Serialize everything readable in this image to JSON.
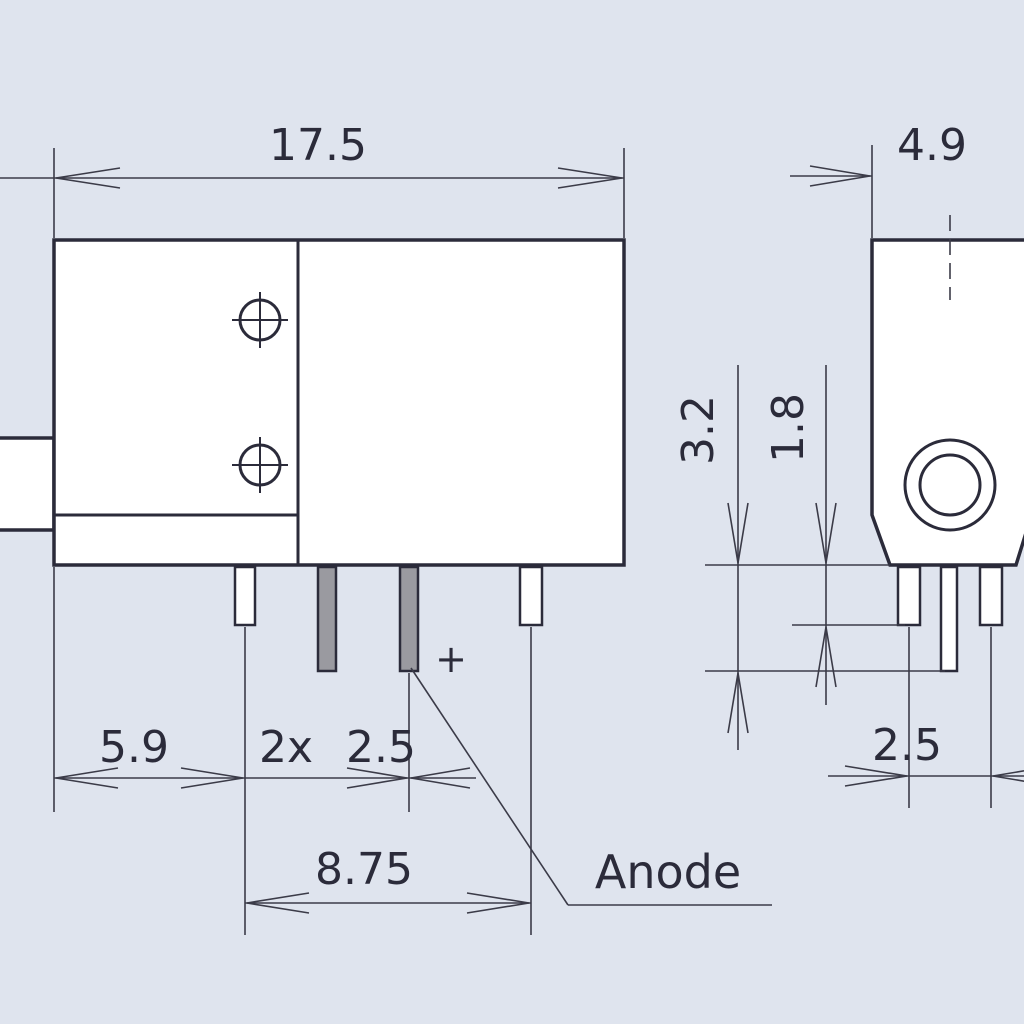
{
  "dimensions": {
    "overall_length": "17.5",
    "side_width": "4.9",
    "height_3_2": "3.2",
    "height_1_8": "1.8",
    "offset_5_9": "5.9",
    "pitch_count": "2x",
    "pitch": "2.5",
    "span_8_75": "8.75",
    "side_pitch": "2.5"
  },
  "labels": {
    "anode": "Anode",
    "plus_sign": "+"
  }
}
